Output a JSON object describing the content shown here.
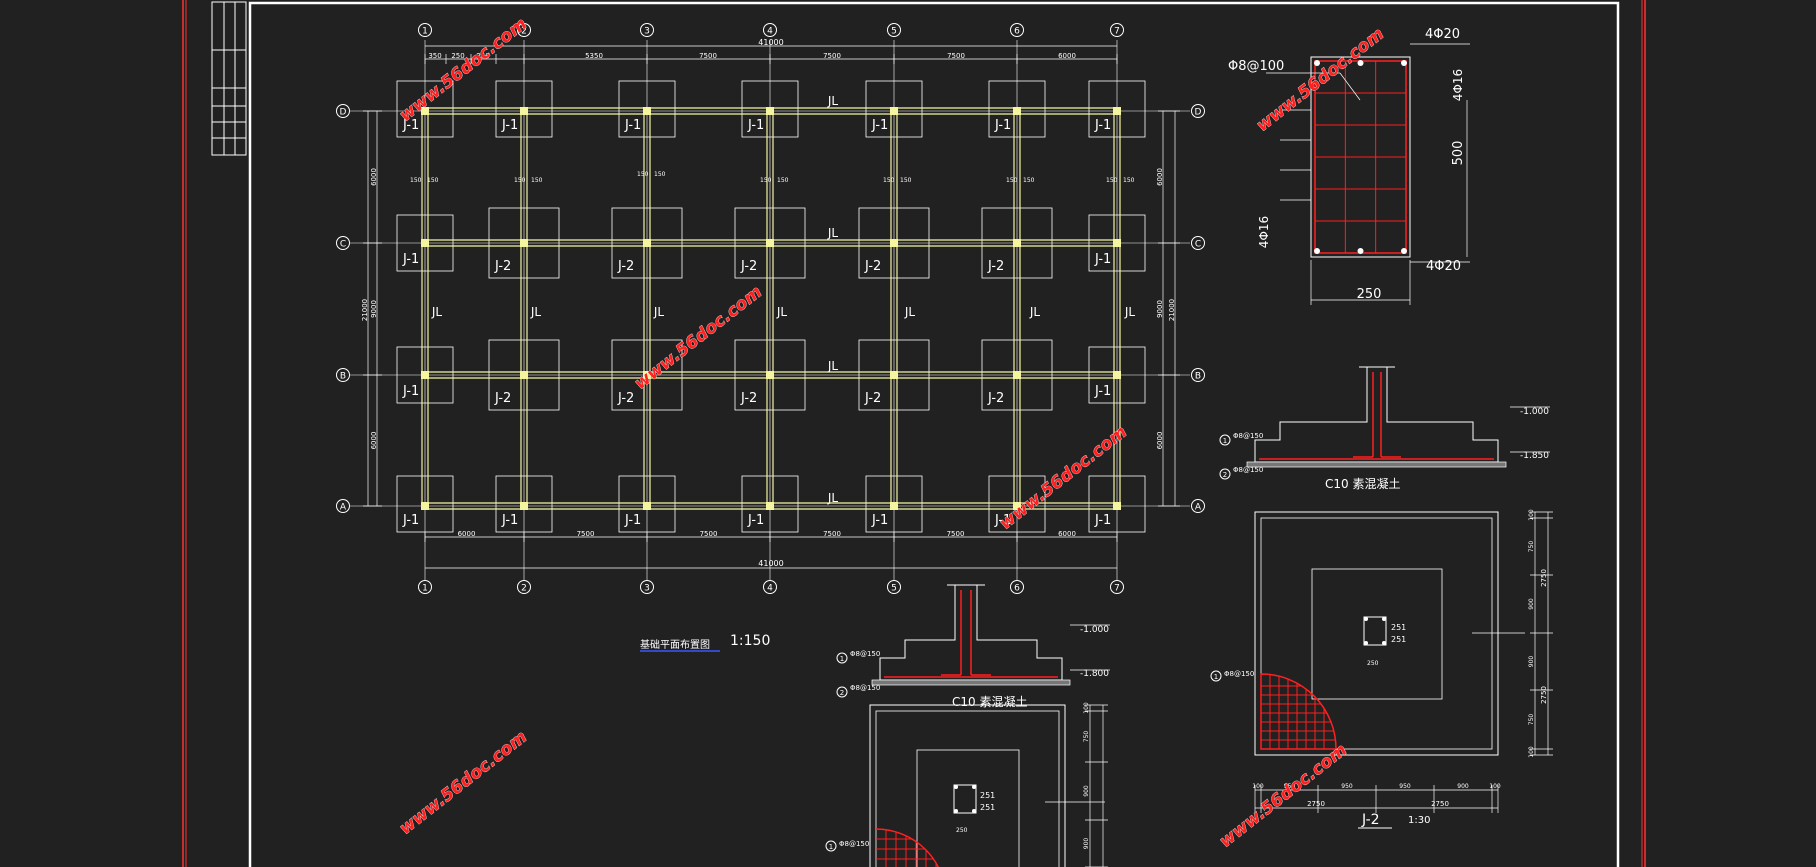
{
  "plan": {
    "col_labels": [
      "1",
      "2",
      "3",
      "4",
      "5",
      "6",
      "7"
    ],
    "row_labels": [
      "D",
      "C",
      "B",
      "A"
    ],
    "total_width": "41000",
    "total_depth": "21000",
    "top_spans": [
      "350",
      "250",
      "250",
      "5350",
      "7500",
      "7500",
      "7500",
      "6000"
    ],
    "bottom_spans": [
      "6000",
      "7500",
      "7500",
      "7500",
      "7500",
      "6000"
    ],
    "left_spans": [
      "6000",
      "9000",
      "6000"
    ],
    "right_spans": [
      "6000",
      "9000",
      "6000"
    ],
    "small_dims": [
      "150",
      "150"
    ],
    "beam_label": "JL",
    "footing_J1": "J-1",
    "footing_J2": "J-2",
    "title": "基础平面布置图",
    "scale": "1:150"
  },
  "section_column": {
    "stirrup": "Φ8@100",
    "top_bars": "4Φ20",
    "side_bars_right": "4Φ16",
    "side_bars_left": "4Φ16",
    "bottom_bars": "4Φ20",
    "depth": "500",
    "width": "250"
  },
  "detail_J2": {
    "level_top": "-1.000",
    "level_bottom": "-1.850",
    "rebar1": "Φ8@150",
    "rebar2": "Φ8@150",
    "concrete": "C10 素混凝土",
    "col_dim": "251",
    "col_dim2": "251",
    "col_dim3": "250",
    "dims_right": [
      "100",
      "750",
      "900",
      "900",
      "750",
      "100"
    ],
    "dims_bottom": [
      "100",
      "950",
      "950",
      "950",
      "900",
      "100"
    ],
    "overall_h": "2750",
    "overall_w": "2750",
    "title": "J-2",
    "scale": "1:30"
  },
  "detail_J1": {
    "level_top": "-1.000",
    "level_bottom": "-1.800",
    "rebar1": "Φ8@150",
    "rebar2": "Φ8@150",
    "concrete": "C10 素混凝土",
    "col_dim": "251",
    "col_dim2": "251",
    "col_dim3": "250",
    "dims_right": [
      "100",
      "750",
      "900",
      "900"
    ]
  },
  "watermark": "www.56doc.com",
  "colors": {
    "background": "#212121",
    "frame": "#ffffff",
    "border_red": "#ff3333",
    "line": "#ffffff",
    "beam": "#f5f5a0",
    "rebar": "#ff2020",
    "watermark": "#ff2020"
  }
}
